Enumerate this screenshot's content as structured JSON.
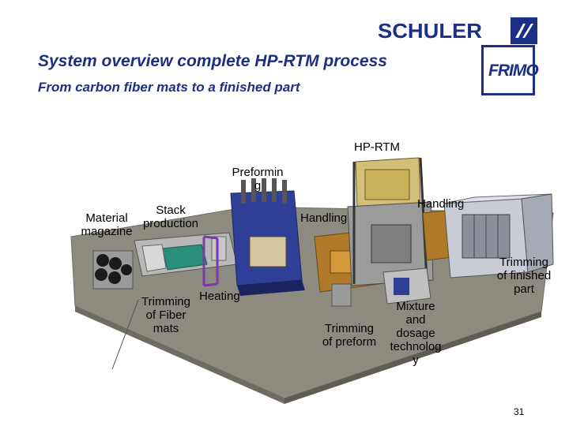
{
  "header": {
    "title": "System overview complete HP-RTM process",
    "subtitle": "From carbon fiber mats to a finished part"
  },
  "logos": {
    "schuler": "SCHULER",
    "frimo": "FRIMO"
  },
  "labels": {
    "hp_rtm": "HP-RTM",
    "preforming_line1": "Preformin",
    "preforming_line2": "g",
    "handling_right": "Handling",
    "handling_left": "Handling",
    "stack_production_line1": "Stack",
    "stack_production_line2": "production",
    "material_magazine_line1": "Material",
    "material_magazine_line2": "magazine",
    "trimming_fiber_line1": "Trimming",
    "trimming_fiber_line2": "of Fiber",
    "trimming_fiber_line3": "mats",
    "heating": "Heating",
    "trimming_finished_line1": "Trimming",
    "trimming_finished_line2": "of finished",
    "trimming_finished_line3": "part",
    "mixture_line1": "Mixture",
    "mixture_line2": "and",
    "mixture_line3": "dosage",
    "mixture_line4": "technolog",
    "mixture_line5": "y",
    "trimming_preform_line1": "Trimming",
    "trimming_preform_line2": "of preform"
  },
  "page_number": "31",
  "colors": {
    "brand_blue": "#1b2f86",
    "floor": "#8d8a80",
    "press_blue": "#2f3f98",
    "frame_purple": "#7a3aa8",
    "cell_orange": "#b07a2a"
  }
}
